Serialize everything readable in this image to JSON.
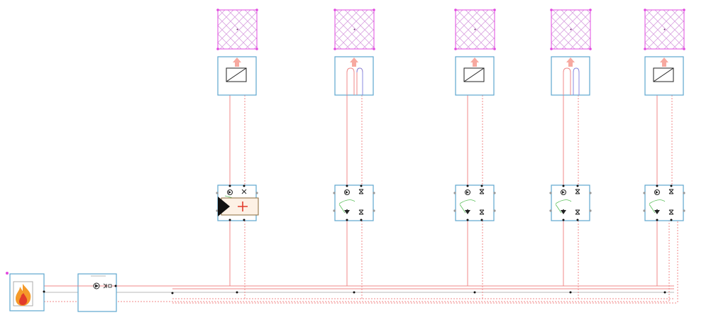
{
  "diagram": {
    "components": {
      "heat_source": {
        "icon": "flame-icon"
      },
      "main_pump": {
        "icon": "pump-icon"
      },
      "emitter_kinds": [
        "radiator",
        "underfloor-loop",
        "radiator",
        "underfloor-loop",
        "radiator"
      ],
      "zone_count": 5,
      "mixing_valve_on_zone_1": true
    },
    "colors": {
      "frame": "#5ea7cf",
      "supply_pipe": "#f08a8a",
      "return_pipe": "#f08a8a",
      "room_hatch": "#e24be0",
      "control_line": "#5bbf5b",
      "flame_orange": "#f59a2a",
      "flame_red": "#e23b2b",
      "up_arrow": "#f7a9a0"
    }
  }
}
